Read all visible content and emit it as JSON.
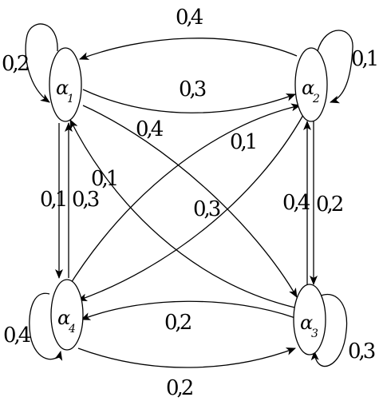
{
  "nodes": [
    {
      "id": "a1",
      "label": "α",
      "subscript": "1"
    },
    {
      "id": "a2",
      "label": "α",
      "subscript": "2"
    },
    {
      "id": "a3",
      "label": "α",
      "subscript": "3"
    },
    {
      "id": "a4",
      "label": "α",
      "subscript": "4"
    }
  ],
  "edges": [
    {
      "id": "loop-a1",
      "from": "a1",
      "to": "a1",
      "weight": "0,2"
    },
    {
      "id": "loop-a2",
      "from": "a2",
      "to": "a2",
      "weight": "0,1"
    },
    {
      "id": "loop-a3",
      "from": "a3",
      "to": "a3",
      "weight": "0,3"
    },
    {
      "id": "loop-a4",
      "from": "a4",
      "to": "a4",
      "weight": "0,4"
    },
    {
      "id": "a2-a1",
      "from": "a2",
      "to": "a1",
      "weight": "0,4"
    },
    {
      "id": "a1-a2",
      "from": "a1",
      "to": "a2",
      "weight": "0,3"
    },
    {
      "id": "a1-a3",
      "from": "a1",
      "to": "a3",
      "weight": "0,4"
    },
    {
      "id": "a4-a2",
      "from": "a4",
      "to": "a2",
      "weight": "0,1"
    },
    {
      "id": "a3-a1",
      "from": "a3",
      "to": "a1",
      "weight": "0,1"
    },
    {
      "id": "a2-a4",
      "from": "a2",
      "to": "a4",
      "weight": "0,3"
    },
    {
      "id": "a1-a4",
      "from": "a1",
      "to": "a4",
      "weight": "0,1"
    },
    {
      "id": "a4-a1",
      "from": "a4",
      "to": "a1",
      "weight": "0,3"
    },
    {
      "id": "a3-a2",
      "from": "a3",
      "to": "a2",
      "weight": "0,4"
    },
    {
      "id": "a2-a3",
      "from": "a2",
      "to": "a3",
      "weight": "0,2"
    },
    {
      "id": "a3-a4",
      "from": "a3",
      "to": "a4",
      "weight": "0,2"
    },
    {
      "id": "a4-a3",
      "from": "a4",
      "to": "a3",
      "weight": "0,2"
    }
  ]
}
